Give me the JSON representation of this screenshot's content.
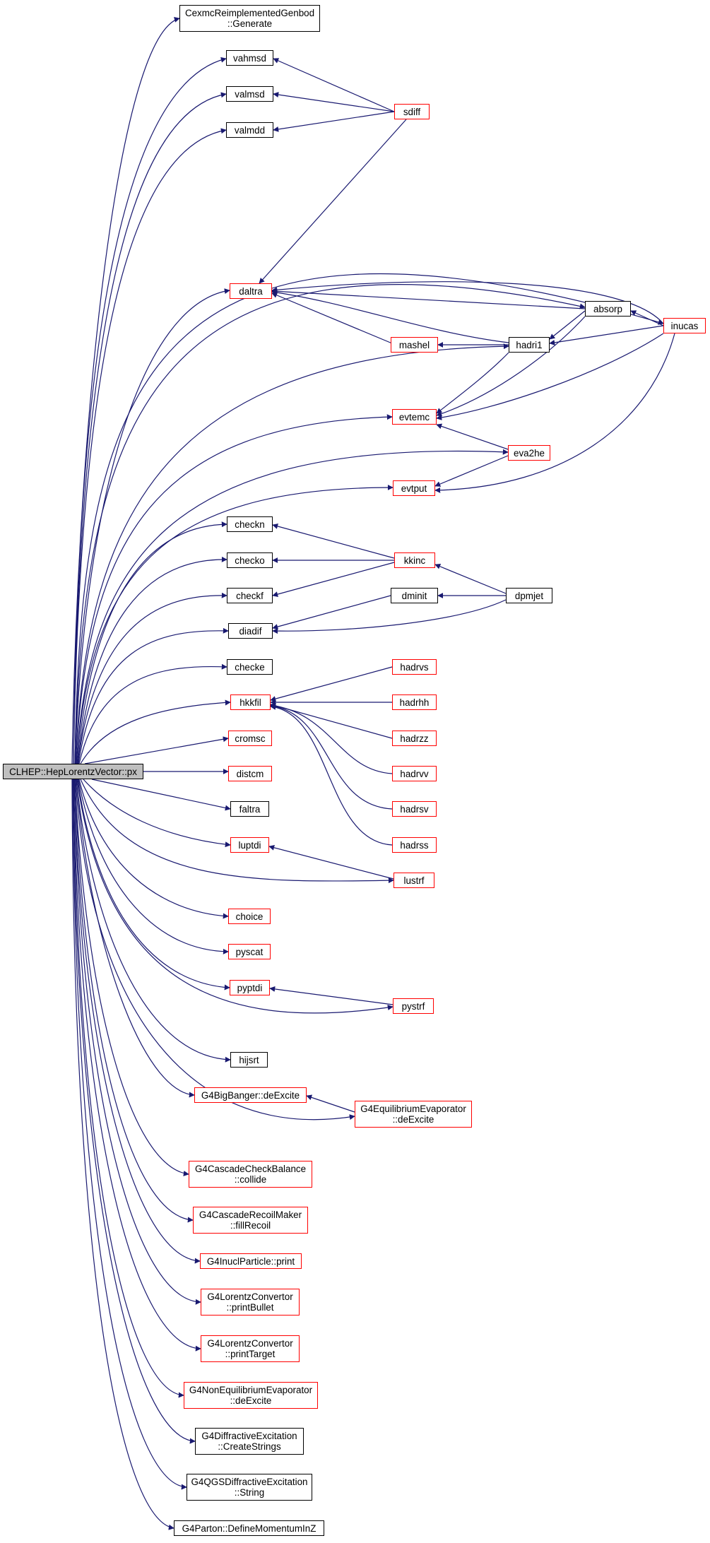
{
  "colors": {
    "edge": "#191970",
    "link_border": "#ff0000",
    "plain_border": "#000000",
    "root_fill": "#bfbfbf"
  },
  "nodes": {
    "root": "CLHEP::HepLorentzVector::px",
    "cexmc": "CexmcReimplementedGenbod\n::Generate",
    "vahmsd": "vahmsd",
    "valmsd": "valmsd",
    "valmdd": "valmdd",
    "sdiff": "sdiff",
    "daltra": "daltra",
    "absorp": "absorp",
    "inucas": "inucas",
    "mashel": "mashel",
    "hadri1": "hadri1",
    "evtemc": "evtemc",
    "eva2he": "eva2he",
    "evtput": "evtput",
    "checkn": "checkn",
    "checko": "checko",
    "checkf": "checkf",
    "kkinc": "kkinc",
    "dminit": "dminit",
    "diadif": "diadif",
    "dpmjet": "dpmjet",
    "checke": "checke",
    "hkkfil": "hkkfil",
    "hadrvs": "hadrvs",
    "hadrhh": "hadrhh",
    "hadrzz": "hadrzz",
    "hadrvv": "hadrvv",
    "hadrsv": "hadrsv",
    "hadrss": "hadrss",
    "cromsc": "cromsc",
    "distcm": "distcm",
    "faltra": "faltra",
    "luptdi": "luptdi",
    "lustrf": "lustrf",
    "choice": "choice",
    "pyscat": "pyscat",
    "pyptdi": "pyptdi",
    "pystrf": "pystrf",
    "hijsrt": "hijsrt",
    "bigbanger": "G4BigBanger::deExcite",
    "equilibrium": "G4EquilibriumEvaporator\n::deExcite",
    "checkbalance": "G4CascadeCheckBalance\n::collide",
    "recoilmaker": "G4CascadeRecoilMaker\n::fillRecoil",
    "inuclparticle": "G4InuclParticle::print",
    "printbullet": "G4LorentzConvertor\n::printBullet",
    "printtarget": "G4LorentzConvertor\n::printTarget",
    "nonequilibrium": "G4NonEquilibriumEvaporator\n::deExcite",
    "diffractive": "G4DiffractiveExcitation\n::CreateStrings",
    "qgsdiffractive": "G4QGSDiffractiveExcitation\n::String",
    "parton": "G4Parton::DefineMomentumInZ"
  }
}
